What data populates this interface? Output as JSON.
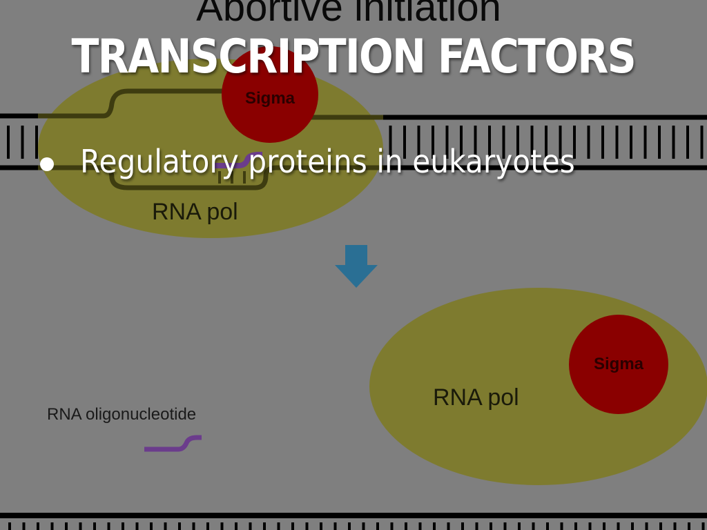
{
  "slide": {
    "title": "TRANSCRIPTION FACTORS",
    "bullets": [
      "Regulatory proteins in eukaryotes"
    ]
  },
  "diagram": {
    "heading": "Abortive initiation",
    "top_polymerase_label": "RNA pol",
    "top_sigma_label": "Sigma",
    "bottom_polymerase_label": "RNA pol",
    "bottom_sigma_label": "Sigma",
    "oligo_label": "RNA oligonucleotide"
  },
  "colors": {
    "background": "#7f7f7f",
    "polymerase": "#7e7b2f",
    "sigma": "#8a0000",
    "rna": "#6b3c8c",
    "arrow": "#2a6f94"
  }
}
